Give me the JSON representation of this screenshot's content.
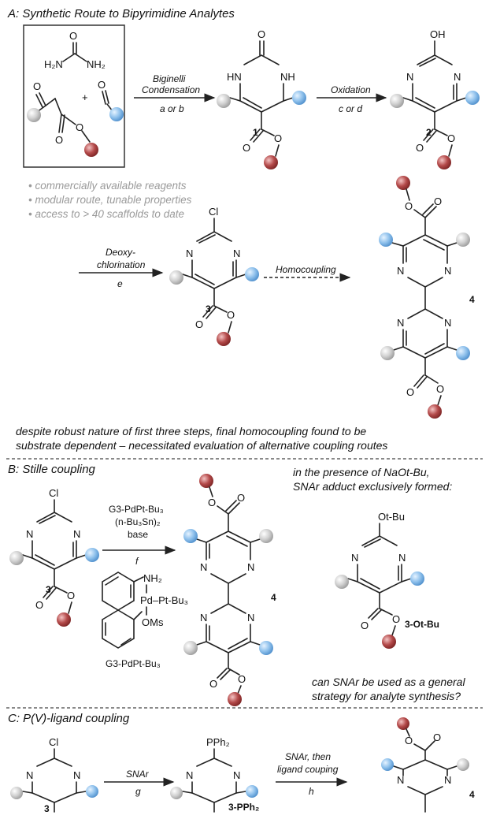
{
  "sections": {
    "a_title": "A: Synthetic Route to Bipyrimidine Analytes",
    "b_title": "B: Stille coupling",
    "c_title": "C: P(V)-ligand coupling"
  },
  "atoms": {
    "urea_O": "O",
    "urea_left": "H₂N",
    "urea_right": "NH₂",
    "plus": "+",
    "O": "O",
    "N": "N",
    "HN": "HN",
    "NH": "NH",
    "OH": "OH",
    "Cl": "Cl",
    "OtBu": "Ot-Bu",
    "PPh2": "PPh₂",
    "NH2": "NH₂",
    "Pd_ligand": "Pd–Pt-Bu₃",
    "OMs": "OMs"
  },
  "arrows": {
    "biginelli_1": "Biginelli",
    "biginelli_2": "Condensation",
    "biginelli_cond": "a or b",
    "oxidation": "Oxidation",
    "oxidation_cond": "c or d",
    "deoxy_1": "Deoxy-",
    "deoxy_2": "chlorination",
    "deoxy_cond": "e",
    "homocoupling": "Homocoupling",
    "stille_1": "G3-PdPt-Bu₃",
    "stille_2": "(n-Bu₃Sn)₂",
    "stille_3": "base",
    "stille_cond": "f",
    "snar": "SNAr",
    "snar_cond": "g",
    "snar2_1": "SNAr, then",
    "snar2_2": "ligand couping",
    "snar2_cond": "h"
  },
  "bullets": [
    "• commercially available reagents",
    "• modular route, tunable properties",
    "• access to > 40 scaffolds to date"
  ],
  "notes": {
    "despite_1": "despite robust nature of first three steps, final homocoupling found to be",
    "despite_2": "substrate dependent – necessitated evaluation of alternative coupling routes",
    "presence_1": "in the presence of NaOt-Bu,",
    "presence_2": "SNAr adduct exclusively formed:",
    "can_1": "can SNAr be used as a general",
    "can_2": "strategy for analyte synthesis?"
  },
  "compounds": {
    "c1": "1",
    "c2": "2",
    "c3": "3",
    "c4": "4",
    "c3otbu": "3-Ot-Bu",
    "c3pph2": "3-PPh₂",
    "catalyst": "G3-PdPt-Bu₃"
  },
  "colors": {
    "grey_sub": "#c9c9c9",
    "blue_sub": "#8fc1ec",
    "red_sub": "#b44a4a",
    "bullet_grey": "#9a9a9a"
  }
}
